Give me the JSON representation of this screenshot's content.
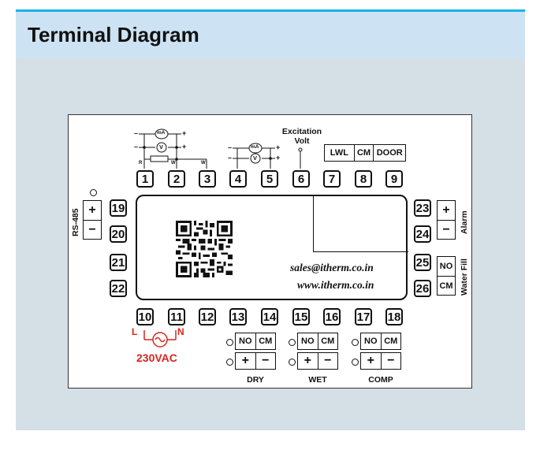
{
  "header": {
    "title": "Terminal Diagram"
  },
  "terminals": {
    "top": [
      "1",
      "2",
      "3",
      "4",
      "5",
      "6",
      "7",
      "8",
      "9"
    ],
    "bottom": [
      "10",
      "11",
      "12",
      "13",
      "14",
      "15",
      "16",
      "17",
      "18"
    ],
    "left": [
      "19",
      "20",
      "21",
      "22"
    ],
    "right": [
      "23",
      "24",
      "25",
      "26"
    ]
  },
  "screen": {
    "email": "sales@itherm.co.in",
    "website": "www.itherm.co.in"
  },
  "sensor_labels": {
    "ma": "mA",
    "v": "V",
    "r": "R",
    "w": "W",
    "plus": "+",
    "minus": "–"
  },
  "excitation": {
    "line1": "Excitation",
    "line2": "Volt"
  },
  "top_relay": [
    "LWL",
    "CM",
    "DOOR"
  ],
  "rs485": {
    "label": "RS-485",
    "plus": "+",
    "minus": "−"
  },
  "alarm": {
    "label": "Alarm",
    "plus": "+",
    "minus": "−"
  },
  "water_fill": {
    "label": "Water Fill",
    "no": "NO",
    "cm": "CM"
  },
  "power": {
    "l": "L",
    "n": "N",
    "label": "230VAC"
  },
  "outputs": [
    {
      "no": "NO",
      "cm": "CM",
      "plus": "+",
      "minus": "−",
      "label": "DRY"
    },
    {
      "no": "NO",
      "cm": "CM",
      "plus": "+",
      "minus": "−",
      "label": "WET"
    },
    {
      "no": "NO",
      "cm": "CM",
      "plus": "+",
      "minus": "−",
      "label": "COMP"
    }
  ],
  "colors": {
    "header_bg": "#cde3f3",
    "header_accent": "#17b4e8",
    "panel_bg": "#d5dfe6",
    "power_red": "#d9251c"
  }
}
